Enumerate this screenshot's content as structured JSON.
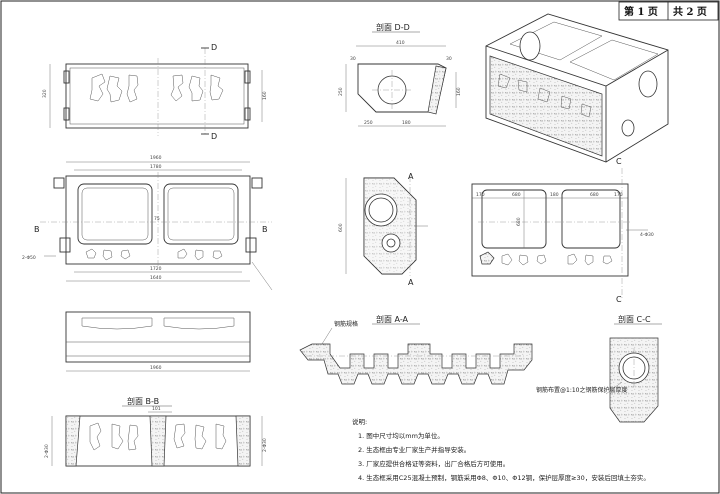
{
  "title_block": {
    "sheet_label": "第 1 页",
    "total_label": "共 2 页"
  },
  "sections": {
    "dd": "剖面 D-D",
    "aa": "剖面 A-A",
    "bb": "剖面 B-B",
    "cc": "剖面 C-C"
  },
  "cut_markers": {
    "a": "A",
    "b": "B",
    "c": "C",
    "d": "D"
  },
  "callouts": {
    "aa_note": "钢筋规格",
    "cc_note": "钢筋布置@1:10之钢筋保护层厚度",
    "front_leader": "2-Φ50",
    "bb_leader": "2-Φ30",
    "right_leader": "4-Φ30"
  },
  "dims": {
    "top_height": "320",
    "top_half": "160",
    "front_total": "1960",
    "front_inner": "1780",
    "front_mid": "75",
    "front_bottom_inner": "1720",
    "front_bottom_total": "1640",
    "dd_top": "410",
    "dd_sub": "30",
    "dd_h1": "250",
    "dd_h2": "160",
    "dd_b1": "250",
    "dd_b2": "180",
    "side_h": "600",
    "right_w1": "170",
    "right_w2": "680",
    "right_w3": "180",
    "right_w4": "680",
    "right_w5": "170",
    "right_h": "680",
    "plan_bottom": "1960",
    "bb_top": "101"
  },
  "notes": {
    "heading": "说明:",
    "items": [
      "1. 图中尺寸均以mm为单位。",
      "2. 生态框由专业厂家生产并指导安装。",
      "3. 厂家应提供合格证等资料，出厂合格后方可使用。",
      "4. 生态框采用C25混凝土预制，钢筋采用Φ8、Φ10、Φ12钢，保护层厚度≥30，安装后回填土夯实。"
    ]
  }
}
